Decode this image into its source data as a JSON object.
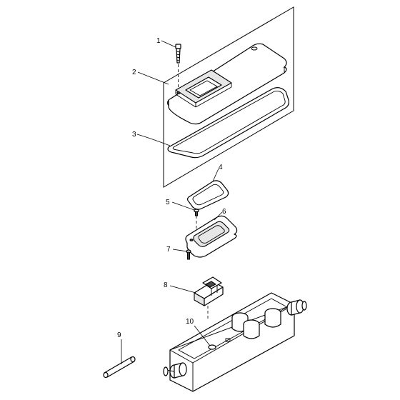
{
  "diagram": {
    "callouts": [
      {
        "id": 1,
        "label": "1"
      },
      {
        "id": 2,
        "label": "2"
      },
      {
        "id": 3,
        "label": "3"
      },
      {
        "id": 4,
        "label": "4"
      },
      {
        "id": 5,
        "label": "5"
      },
      {
        "id": 6,
        "label": "6"
      },
      {
        "id": 7,
        "label": "7"
      },
      {
        "id": 8,
        "label": "8"
      },
      {
        "id": 9,
        "label": "9"
      },
      {
        "id": 10,
        "label": "10"
      }
    ],
    "colors": {
      "line": "#000000",
      "background": "#ffffff",
      "shade": "#e6e6e6"
    }
  }
}
